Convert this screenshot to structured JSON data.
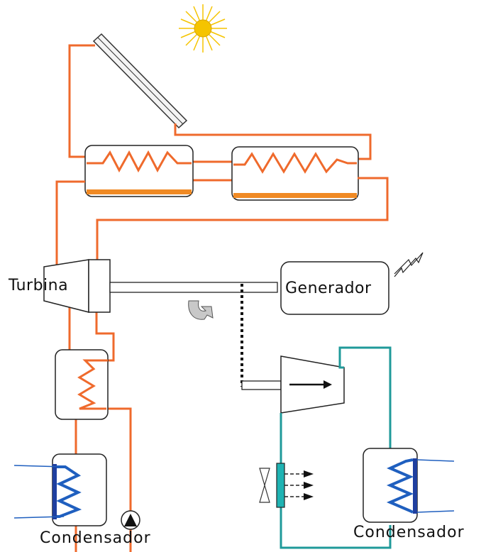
{
  "labels": {
    "turbine": "Turbina",
    "generator": "Generador",
    "condenser_left": "Condensador",
    "condenser_right": "Condensador"
  },
  "colors": {
    "hot_loop": "#ef6a2c",
    "cold_loop": "#1f9a9a",
    "coil_blue": "#1f5fbf",
    "tank_fill": "#f08a24",
    "sun": "#f5c400"
  },
  "icons": [
    "sun-icon",
    "lightning-icon",
    "rotation-arrow-icon",
    "pump-icon",
    "fan-icon"
  ]
}
